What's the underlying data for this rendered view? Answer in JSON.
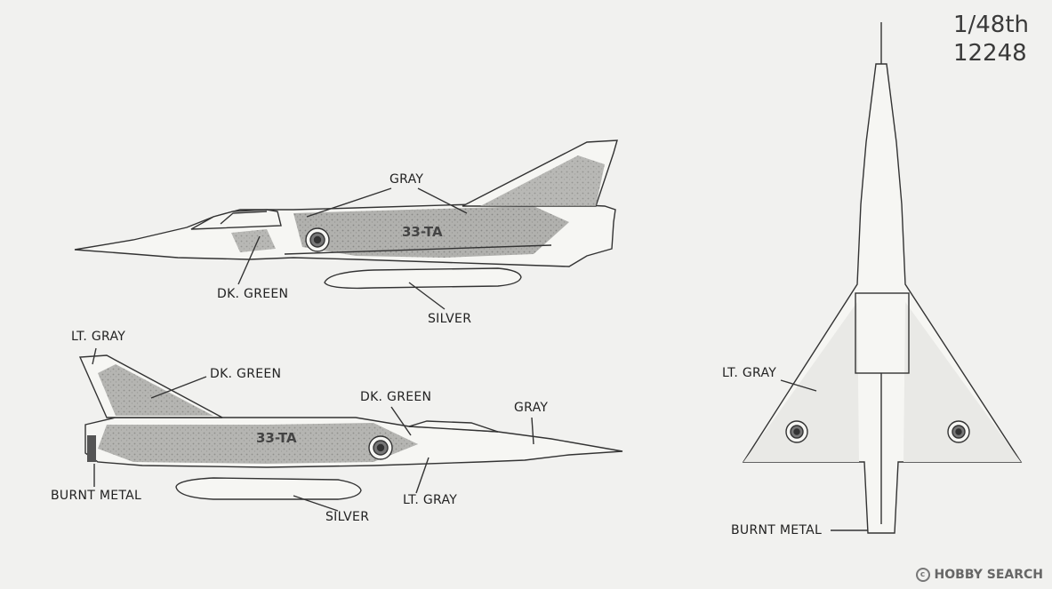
{
  "scale": {
    "ratio": "1/48th",
    "kit_number": "12248"
  },
  "side_view_right": {
    "labels": {
      "gray": "GRAY",
      "dk_green": "DK. GREEN",
      "silver": "SILVER",
      "tail_code": "33-TA"
    }
  },
  "side_view_left": {
    "labels": {
      "lt_gray_tail": "LT. GRAY",
      "dk_green_tail": "DK. GREEN",
      "dk_green_body": "DK. GREEN",
      "gray_nose": "GRAY",
      "burnt_metal": "BURNT METAL",
      "lt_gray_belly": "LT. GRAY",
      "silver": "SILVER",
      "tail_code": "33-TA"
    }
  },
  "top_view": {
    "labels": {
      "lt_gray": "LT. GRAY",
      "burnt_metal": "BURNT METAL"
    }
  },
  "watermark": {
    "brand": "HOBBY SEARCH"
  }
}
